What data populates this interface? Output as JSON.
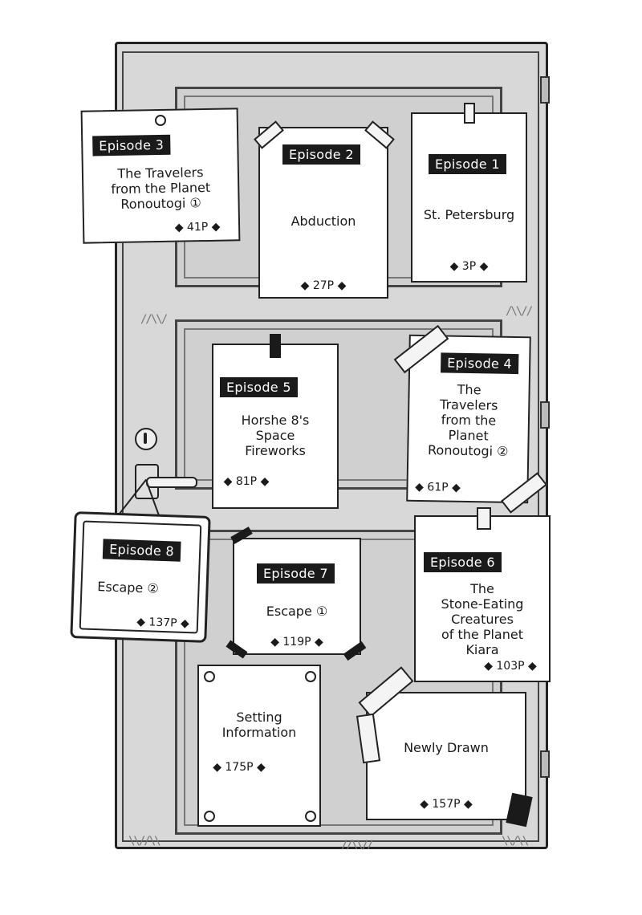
{
  "episodes": [
    {
      "label": "Episode 1",
      "title": "St. Petersburg",
      "page": "◆ 3P ◆"
    },
    {
      "label": "Episode 2",
      "title": "Abduction",
      "page": "◆ 27P ◆"
    },
    {
      "label": "Episode 3",
      "title": "The Travelers\nfrom the Planet\nRonoutogi ①",
      "page": "◆ 41P ◆"
    },
    {
      "label": "Episode 4",
      "title": "The\nTravelers\nfrom the\nPlanet\nRonoutogi ②",
      "page": "◆ 61P ◆"
    },
    {
      "label": "Episode 5",
      "title": "Horshe 8's\nSpace\nFireworks",
      "page": "◆ 81P ◆"
    },
    {
      "label": "Episode 6",
      "title": "The\nStone-Eating\nCreatures\nof the Planet\nKiara",
      "page": "◆ 103P ◆"
    },
    {
      "label": "Episode 7",
      "title": "Escape ①",
      "page": "◆ 119P ◆"
    },
    {
      "label": "Episode 8",
      "title": "Escape ②",
      "page": "◆ 137P ◆"
    }
  ],
  "extras": [
    {
      "title": "Setting\nInformation",
      "page": "◆ 175P ◆"
    },
    {
      "title": "Newly Drawn",
      "page": "◆ 157P ◆"
    }
  ]
}
